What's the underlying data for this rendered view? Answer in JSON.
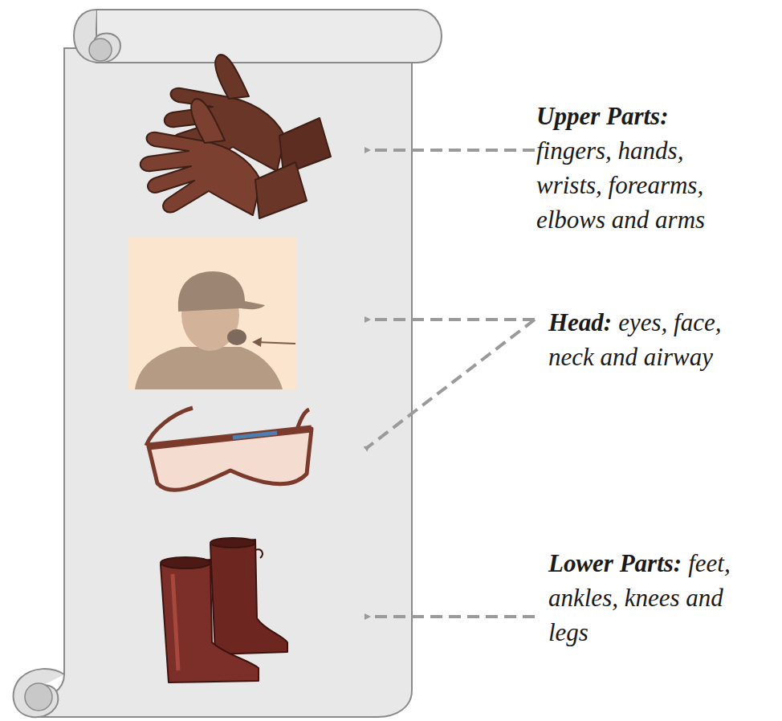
{
  "diagram": {
    "labels": [
      "Upper Parts:",
      "fingers, hands, wrists, forearms, elbows and arms",
      "Head:",
      "eyes, face, neck and airway",
      "Lower Parts:",
      "feet, ankles, knees and legs"
    ]
  }
}
